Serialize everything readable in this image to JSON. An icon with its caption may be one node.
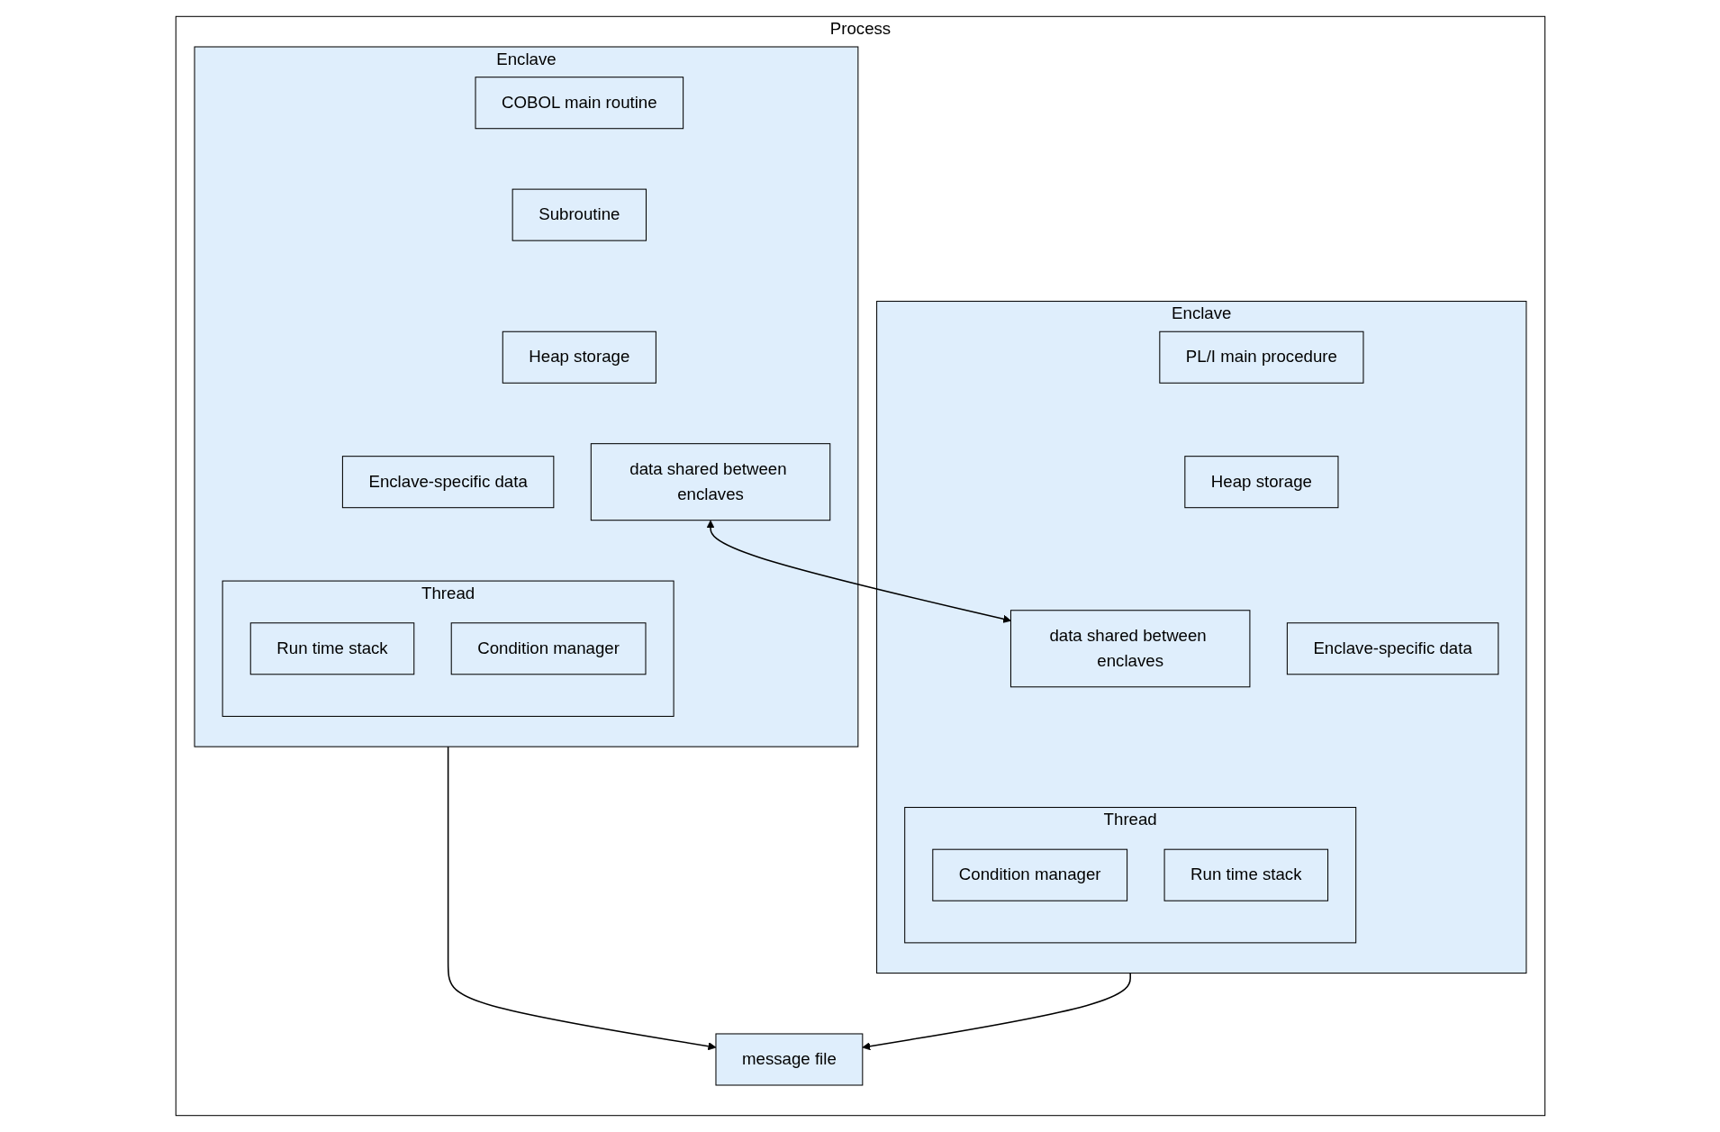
{
  "diagram": {
    "nodes": [
      {
        "text": [
          "Process"
        ]
      },
      {
        "text": [
          "Enclave"
        ],
        "in": 0
      },
      {
        "text": [
          "COBOL main routine"
        ],
        "in": 1
      },
      {
        "text": [
          "Subroutine"
        ],
        "in": 1
      },
      {
        "text": [
          "Heap storage"
        ],
        "in": 1
      },
      {
        "text": [
          "Enclave-specific data"
        ],
        "in": 1
      },
      {
        "text": [
          "data shared between enclaves"
        ],
        "in": 1
      },
      {
        "text": [
          "Thread"
        ],
        "in": 1
      },
      {
        "text": [
          "Run time stack"
        ],
        "in": 7
      },
      {
        "text": [
          "Condition manager"
        ],
        "in": 7
      },
      {
        "text": [
          "Enclave"
        ],
        "in": 0
      },
      {
        "text": [
          "PL/I main procedure"
        ],
        "in": 10
      },
      {
        "text": [
          "Heap storage"
        ],
        "in": 10
      },
      {
        "text": [
          "data shared between enclaves"
        ],
        "in": 10
      },
      {
        "text": [
          "Enclave-specific data"
        ],
        "in": 10
      },
      {
        "text": [
          "Thread"
        ],
        "in": 10
      },
      {
        "text": [
          "Condition manager"
        ],
        "in": 15
      },
      {
        "text": [
          "Run time stack"
        ],
        "in": 15
      },
      {
        "text": [
          "message file"
        ],
        "in": 0
      }
    ],
    "edges": [
      {
        "from": 6,
        "to": 13,
        "arrow": "both"
      },
      {
        "from": 1,
        "to": 18,
        "arrow": "to"
      },
      {
        "from": 10,
        "to": 18,
        "arrow": "to"
      }
    ]
  }
}
